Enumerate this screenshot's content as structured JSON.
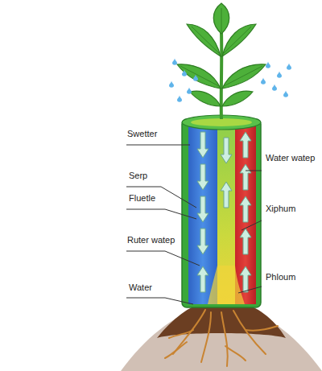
{
  "diagram": {
    "labels": [
      "Swetter",
      "Serp",
      "Fluetle",
      "Ruter watep",
      "Water",
      "Water watep",
      "Xiphum",
      "Phloum"
    ]
  }
}
